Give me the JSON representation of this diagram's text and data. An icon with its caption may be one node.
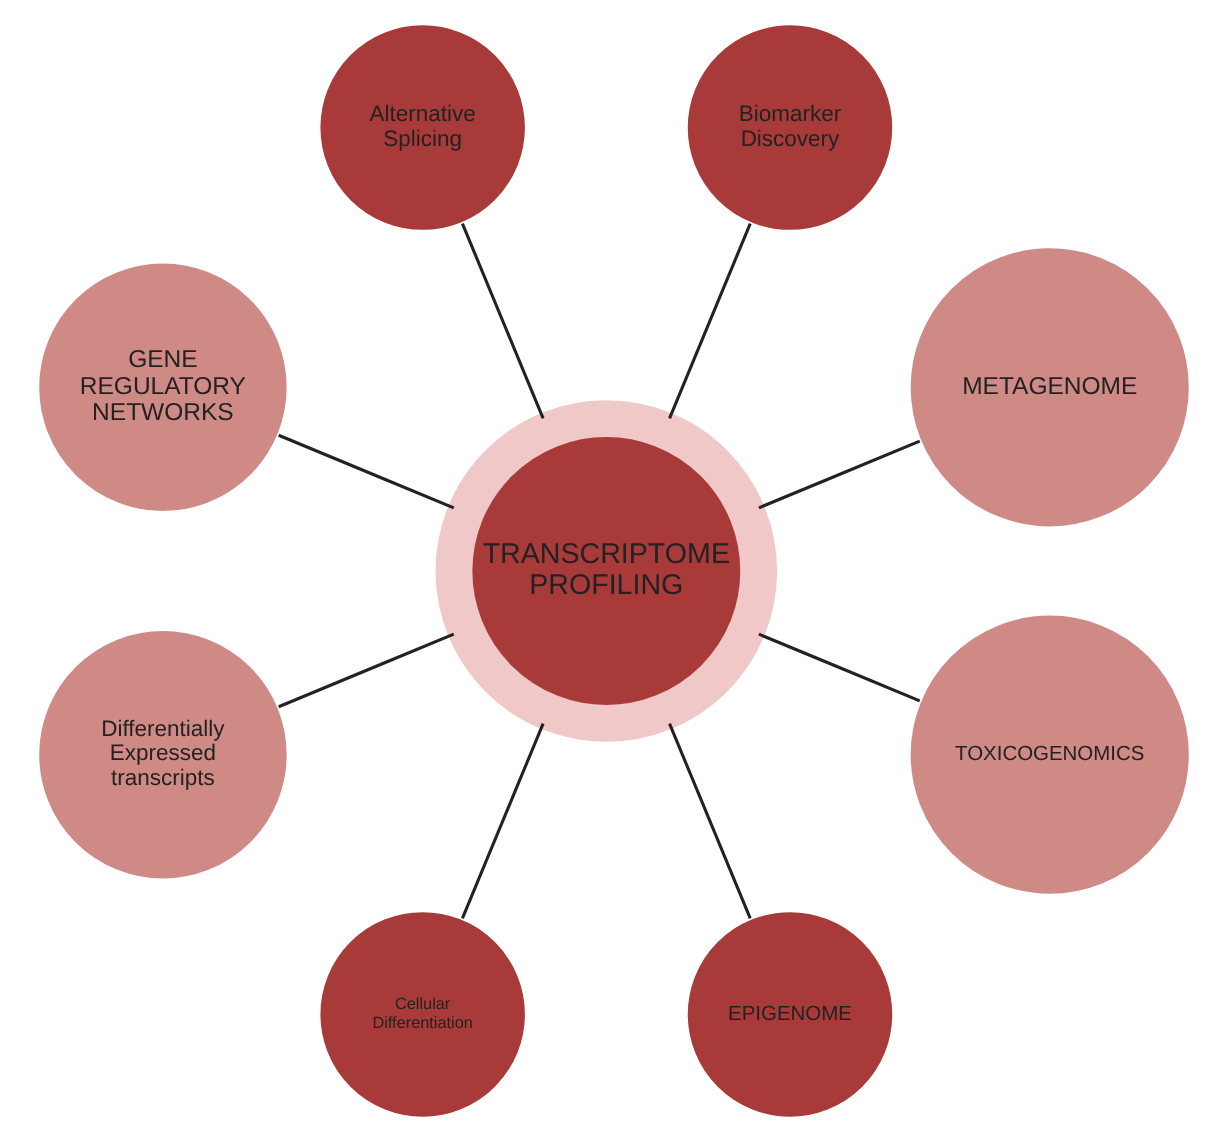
{
  "diagram": {
    "nodes": [
      {
        "text": [
          "TRANSCRIPTOME PROFILING"
        ]
      },
      {
        "text": [
          "METAGENOME"
        ]
      },
      {
        "text": [
          "Biomarker Discovery"
        ]
      },
      {
        "text": [
          "Alternative Splicing"
        ]
      },
      {
        "text": [
          "GENE REGULATORY NETWORKS"
        ]
      },
      {
        "text": [
          "Differentially Expressed transcripts"
        ]
      },
      {
        "text": [
          "Cellular Differentiation"
        ]
      },
      {
        "text": [
          "EPIGENOME"
        ]
      },
      {
        "text": [
          "TOXICOGENOMICS"
        ]
      }
    ],
    "edges": [
      {
        "from": 0,
        "to": 1,
        "arrow": "none"
      },
      {
        "from": 0,
        "to": 2,
        "arrow": "none"
      },
      {
        "from": 0,
        "to": 3,
        "arrow": "none"
      },
      {
        "from": 0,
        "to": 4,
        "arrow": "none"
      },
      {
        "from": 0,
        "to": 5,
        "arrow": "none"
      },
      {
        "from": 0,
        "to": 6,
        "arrow": "none"
      },
      {
        "from": 0,
        "to": 7,
        "arrow": "none"
      },
      {
        "from": 0,
        "to": 8,
        "arrow": "none"
      }
    ]
  }
}
